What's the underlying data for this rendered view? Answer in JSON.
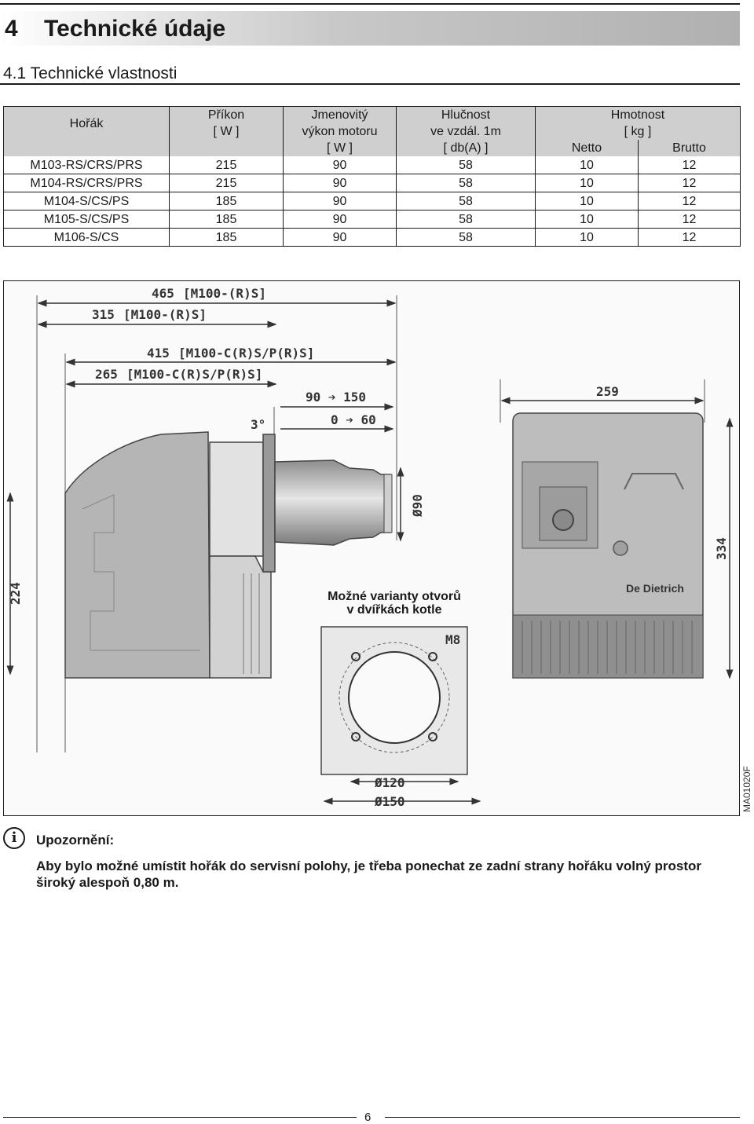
{
  "chapter": {
    "number": "4",
    "title": "Technické údaje"
  },
  "section": {
    "title": "4.1 Technické vlastnosti"
  },
  "table": {
    "headers": {
      "horak": "Hořák",
      "prikon_1": "Příkon",
      "prikon_2": "[ W ]",
      "vykon_1": "Jmenovitý",
      "vykon_2": "výkon motoru",
      "vykon_3": "[ W ]",
      "hlucnost_1": "Hlučnost",
      "hlucnost_2": "ve vzdál. 1m",
      "hlucnost_3": "[ db(A) ]",
      "hmotnost_1": "Hmotnost",
      "hmotnost_2": "[ kg ]",
      "netto": "Netto",
      "brutto": "Brutto"
    },
    "rows": [
      {
        "model": "M103-RS/CRS/PRS",
        "prikon": "215",
        "vykon": "90",
        "hlucnost": "58",
        "netto": "10",
        "brutto": "12"
      },
      {
        "model": "M104-RS/CRS/PRS",
        "prikon": "215",
        "vykon": "90",
        "hlucnost": "58",
        "netto": "10",
        "brutto": "12"
      },
      {
        "model": "M104-S/CS/PS",
        "prikon": "185",
        "vykon": "90",
        "hlucnost": "58",
        "netto": "10",
        "brutto": "12"
      },
      {
        "model": "M105-S/CS/PS",
        "prikon": "185",
        "vykon": "90",
        "hlucnost": "58",
        "netto": "10",
        "brutto": "12"
      },
      {
        "model": "M106-S/CS",
        "prikon": "185",
        "vykon": "90",
        "hlucnost": "58",
        "netto": "10",
        "brutto": "12"
      }
    ]
  },
  "figure": {
    "dim_465": "465",
    "dim_465_label": "[M100-(R)S]",
    "dim_315": "315",
    "dim_315_label": "[M100-(R)S]",
    "dim_415": "415",
    "dim_415_label": "[M100-C(R)S/P(R)S]",
    "dim_265": "265",
    "dim_265_label": "[M100-C(R)S/P(R)S]",
    "dim_90_150": "90 ➔ 150",
    "dim_0_60": "0 ➔ 60",
    "dim_angle": "3°",
    "dim_259": "259",
    "dim_o90": "Ø90",
    "dim_334": "334",
    "dim_224": "224",
    "brand": "De Dietrich",
    "door_caption_1": "Možné varianty otvorů",
    "door_caption_2": "v dvířkách kotle",
    "dim_m8": "M8",
    "dim_o120": "Ø120",
    "dim_o150": "Ø150",
    "code": "MA01020F"
  },
  "warning": {
    "icon": "info-icon",
    "title": "Upozornění:",
    "text": "Aby bylo možné umístit hořák do servisní polohy, je třeba ponechat ze zadní strany hořáku volný prostor široký alespoň 0,80 m."
  },
  "page": {
    "number": "6"
  }
}
